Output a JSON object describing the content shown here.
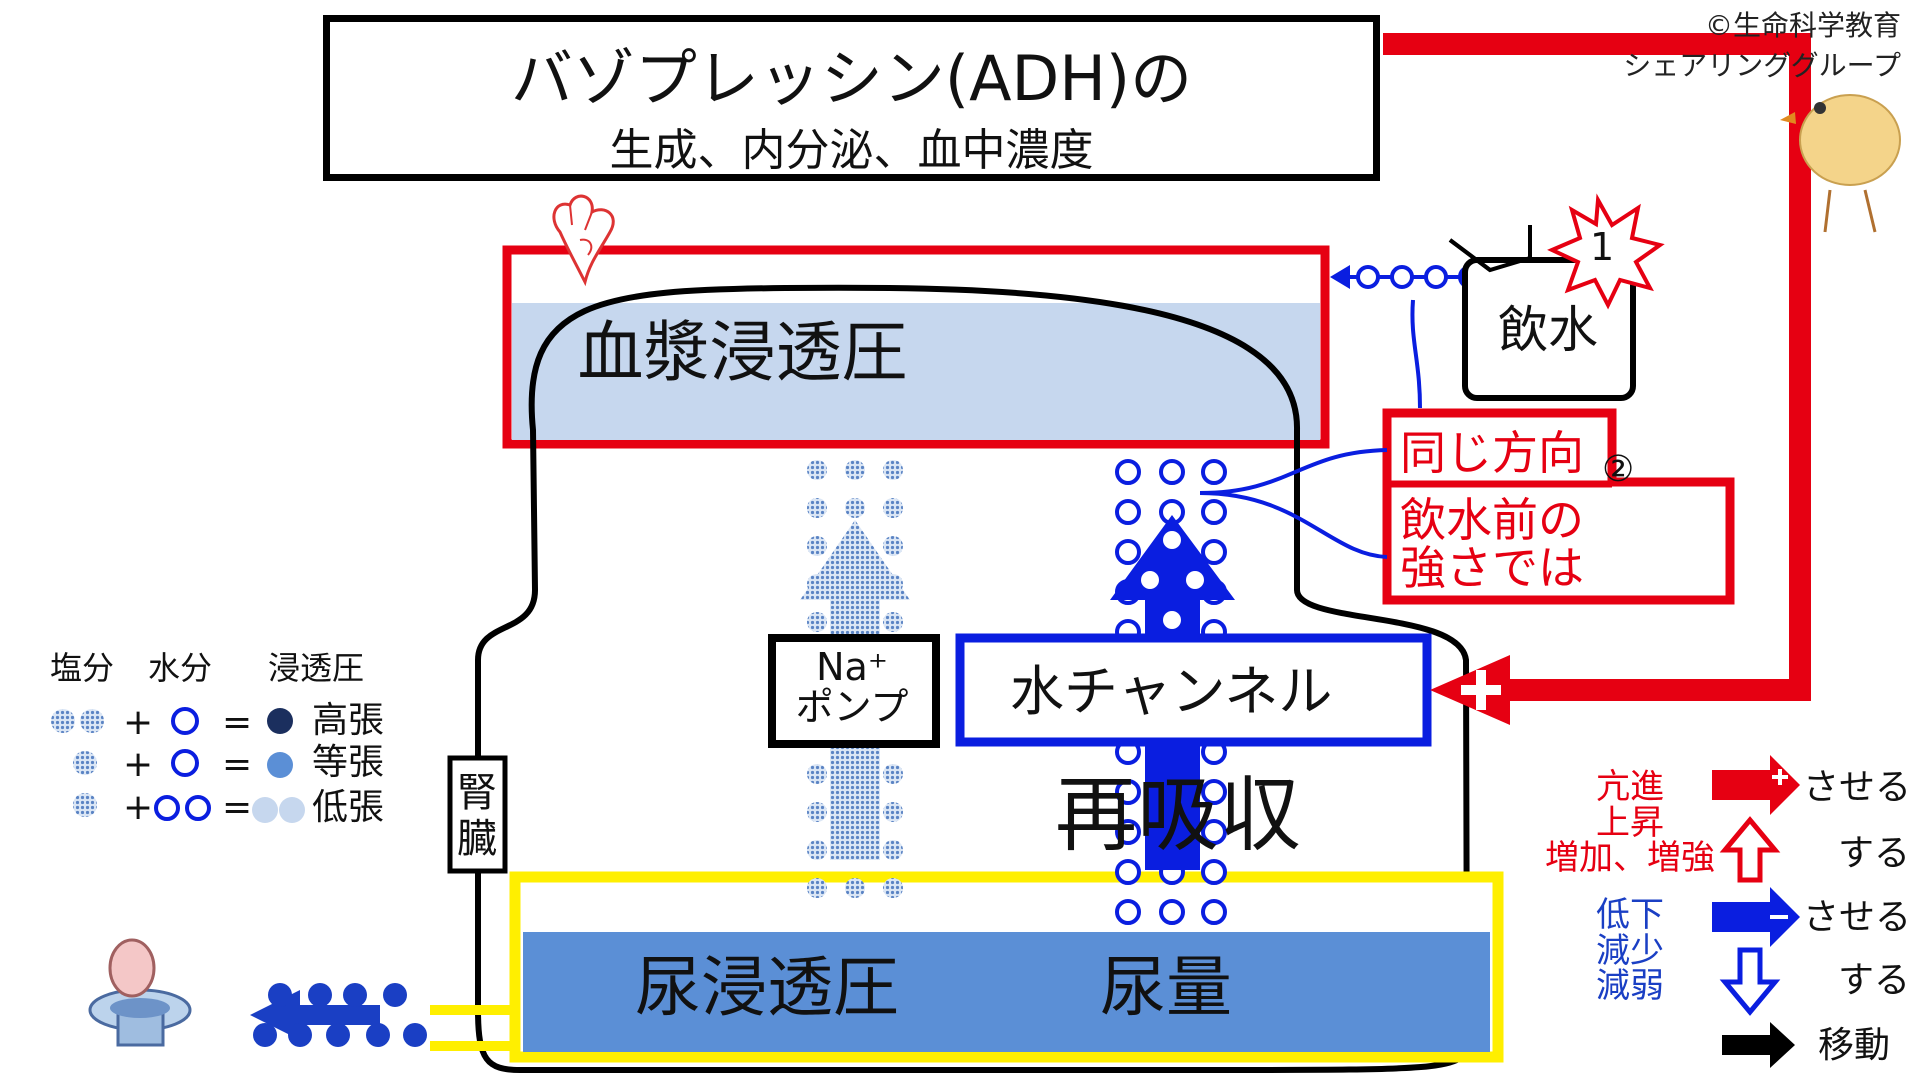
{
  "title": {
    "main": "バゾプレッシン(ADH)の",
    "sub": "生成、内分泌、血中濃度"
  },
  "copyright": {
    "line1": "©生命科学教育",
    "line2": "シェアリンググループ"
  },
  "labels": {
    "plasma_osmotic_pressure": "血漿浸透圧",
    "drinking_water": "飲水",
    "marker_1": "1",
    "marker_2": "②",
    "same_direction": "同じ方向",
    "before_drinking": "飲水前の\n強さでは",
    "na_pump_line1": "Na⁺",
    "na_pump_line2": "ポンプ",
    "water_channel": "水チャンネル",
    "reabsorption": "再吸収",
    "kidney": "腎\n臓",
    "urine_osmotic_pressure": "尿浸透圧",
    "urine_volume": "尿量"
  },
  "legend": {
    "headers": [
      "塩分",
      "水分",
      "浸透圧"
    ],
    "rows": [
      {
        "plus": "+",
        "equals": "=",
        "label": "高張"
      },
      {
        "plus": "+",
        "equals": "=",
        "label": "等張"
      },
      {
        "plus": "+",
        "equals": "=",
        "label": "低張"
      }
    ]
  },
  "arrow_key": {
    "red_terms": "亢進\n上昇\n増加、増強",
    "blue_terms": "低下\n減少\n減弱",
    "promote": "させる",
    "increase_do": "する",
    "lower": "させる",
    "decrease_do": "する",
    "move": "移動"
  },
  "colors": {
    "red": "#e60012",
    "blue": "#0a1ee0",
    "plasma_fill": "#c6d7ee",
    "urine_fill": "#5b8fd6",
    "yellow": "#ffef00",
    "navy": "#1b2f5e",
    "dot_blue": "#8fb0dd"
  },
  "icons": [
    "heart-icon",
    "toilet-icon",
    "chick-icon",
    "explosion-icon",
    "cup-icon",
    "plus-icon",
    "minus-icon"
  ]
}
